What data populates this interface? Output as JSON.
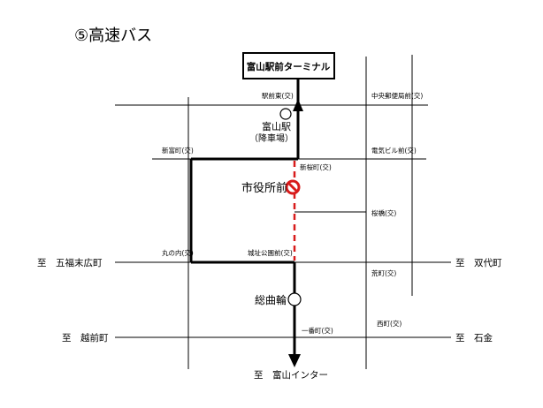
{
  "title": "⑤高速バス",
  "terminal": "富山駅前ターミナル",
  "stops": {
    "toyama_station": "富山駅",
    "toyama_station_sub": "（降車場）",
    "shiyakusho_mae": "市役所前",
    "sogawa": "総曲輪"
  },
  "intersections": {
    "ekimae_higashi": "駅前東(交)",
    "chuo_yubinkyoku": "中央郵便局前(交)",
    "shintomicho": "新富町(交)",
    "shinsakuramachi": "新桜町(交)",
    "dentsu_building": "電気ビル前(交)",
    "sakurabashi": "桜橋(交)",
    "marunouchi": "丸の内(交)",
    "joshi_koen": "城址公園前(交)",
    "aramachi": "荒町(交)",
    "ichibancho": "一番町(交)",
    "nishicho": "西町(交)"
  },
  "destinations": {
    "left_upper": "至　五福末広町",
    "right_upper": "至　双代町",
    "left_lower": "至　越前町",
    "right_lower": "至　石金",
    "bottom": "至　富山インター"
  },
  "colors": {
    "route": "#000000",
    "closed_section": "#d81b1b",
    "road": "#000000"
  },
  "icons": {
    "stop": "circle-stop-icon",
    "closed_stop": "no-entry-icon",
    "direction": "arrow-icon"
  }
}
